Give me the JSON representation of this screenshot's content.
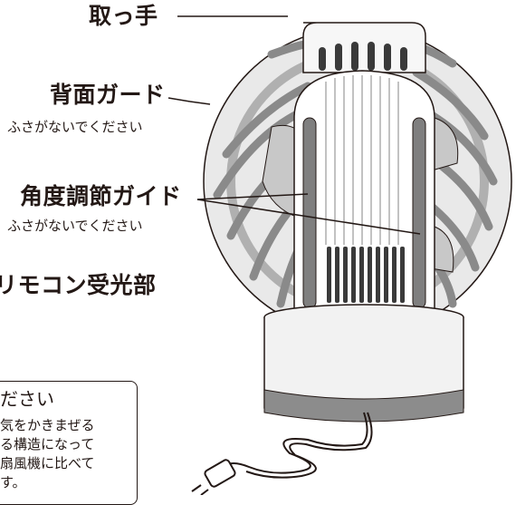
{
  "labels": {
    "handle": "取っ手",
    "rear_guard": "背面ガード",
    "rear_guard_note": "ふさがないでください",
    "angle_guide": "角度調節ガイド",
    "angle_guide_note": "ふさがないでください",
    "remote_sensor": "リモコン受光部"
  },
  "note_box": {
    "title": "ださい",
    "lines": [
      "気をかきまぜる",
      "る構造になって",
      "扇風機に比べて",
      "す。"
    ]
  },
  "colors": {
    "line": "#231815",
    "guard": "#9a9a9a",
    "bar": "#7f7f7f",
    "base": "#f2f2f2"
  }
}
